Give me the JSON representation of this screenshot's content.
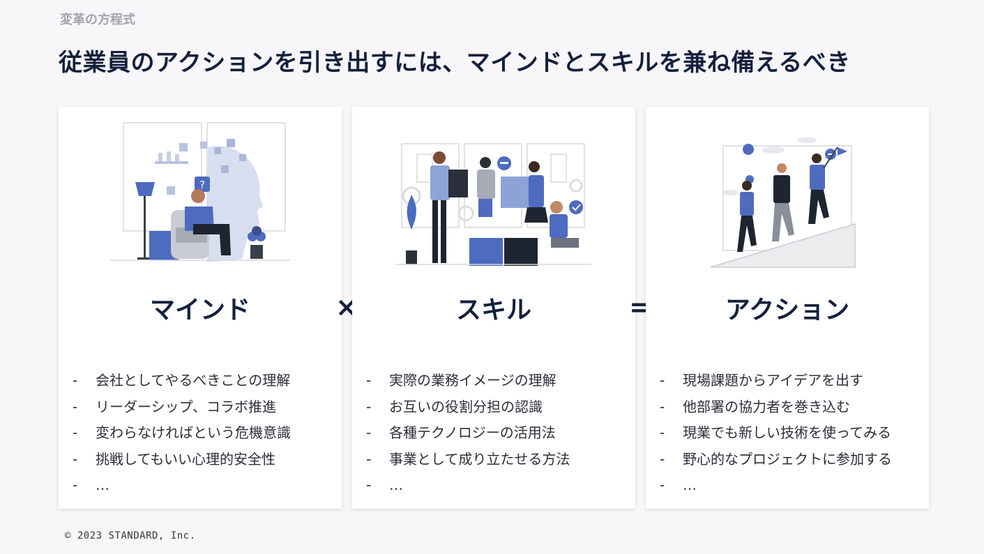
{
  "header": {
    "kicker": "変革の方程式",
    "title": "従業員のアクションを引き出すには、マインドとスキルを兼ね備えるべき"
  },
  "operators": {
    "times": "×",
    "equals": "="
  },
  "cards": [
    {
      "title": "マインド",
      "illustration": "person-thinking-puzzle-illustration",
      "points": [
        "会社としてやるべきことの理解",
        "リーダーシップ、コラボ推進",
        "変わらなければという危機意識",
        "挑戦してもいい心理的安全性",
        "…"
      ]
    },
    {
      "title": "スキル",
      "illustration": "team-assembling-puzzle-illustration",
      "points": [
        "実際の業務イメージの理解",
        "お互いの役割分担の認識",
        "各種テクノロジーの活用法",
        "事業として成り立たせる方法",
        "…"
      ]
    },
    {
      "title": "アクション",
      "illustration": "team-climbing-slope-with-flag-illustration",
      "points": [
        "現場課題からアイデアを出す",
        "他部署の協力者を巻き込む",
        "現業でも新しい技術を使ってみる",
        "野心的なプロジェクトに参加する",
        "…"
      ]
    }
  ],
  "bullet_marker": "-",
  "footer": {
    "copyright": "© 2023 STANDARD, Inc."
  },
  "colors": {
    "accent_blue": "#4d6bbf",
    "navy": "#13203d",
    "card": "#ffffff",
    "background": "#f8f6f8"
  }
}
